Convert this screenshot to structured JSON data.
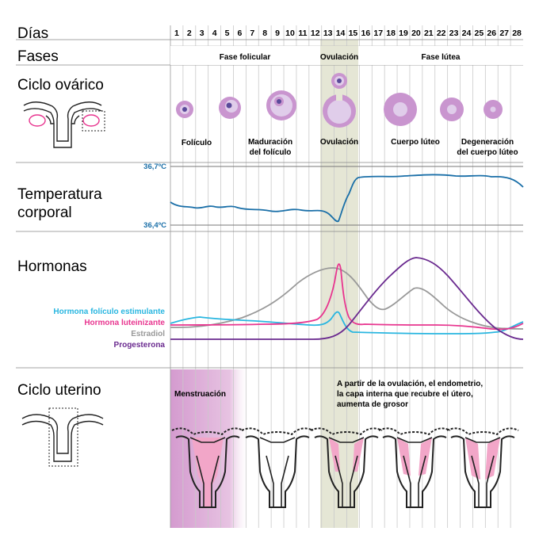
{
  "rows": {
    "dias": "Días",
    "fases": "Fases",
    "ciclo_ovarico": "Ciclo ovárico",
    "temperatura_1": "Temperatura",
    "temperatura_2": "corporal",
    "hormonas": "Hormonas",
    "ciclo_uterino": "Ciclo uterino"
  },
  "days": [
    "1",
    "2",
    "3",
    "4",
    "5",
    "6",
    "7",
    "8",
    "9",
    "10",
    "11",
    "12",
    "13",
    "14",
    "15",
    "16",
    "17",
    "18",
    "19",
    "20",
    "21",
    "22",
    "23",
    "24",
    "25",
    "26",
    "27",
    "28"
  ],
  "phases": {
    "folicular": "Fase folicular",
    "ovulacion": "Ovulación",
    "lutea": "Fase lútea"
  },
  "ovary_labels": {
    "foliculo": "Folículo",
    "maduracion_1": "Maduración",
    "maduracion_2": "del folículo",
    "ovulacion": "Ovulación",
    "cuerpo_luteo": "Cuerpo lúteo",
    "degeneracion_1": "Degeneración",
    "degeneracion_2": "del cuerpo lúteo"
  },
  "temperature": {
    "high_label": "36,7ºC",
    "low_label": "36,4ºC"
  },
  "hormone_legend": {
    "fsh": "Hormona folículo estimulante",
    "lh": "Hormona luteinizante",
    "estradiol": "Estradiol",
    "progesterona": "Progesterona"
  },
  "uterine": {
    "menstruacion": "Menstruación",
    "note_1": "A partir de la ovulación, el endometrio,",
    "note_2": "la capa interna que recubre el útero,",
    "note_3": "aumenta de grosor"
  },
  "colors": {
    "fsh": "#29b6e0",
    "lh": "#e8358f",
    "estradiol": "#999999",
    "progesterona": "#6a2a8f",
    "temperature": "#1a6fa8",
    "ovulation_band": "#e5e6d5",
    "menstruation_band": "#d98ec9",
    "follicle_fill": "#c995cf",
    "follicle_light": "#e0cdea",
    "follicle_core": "#5a4a9a"
  }
}
